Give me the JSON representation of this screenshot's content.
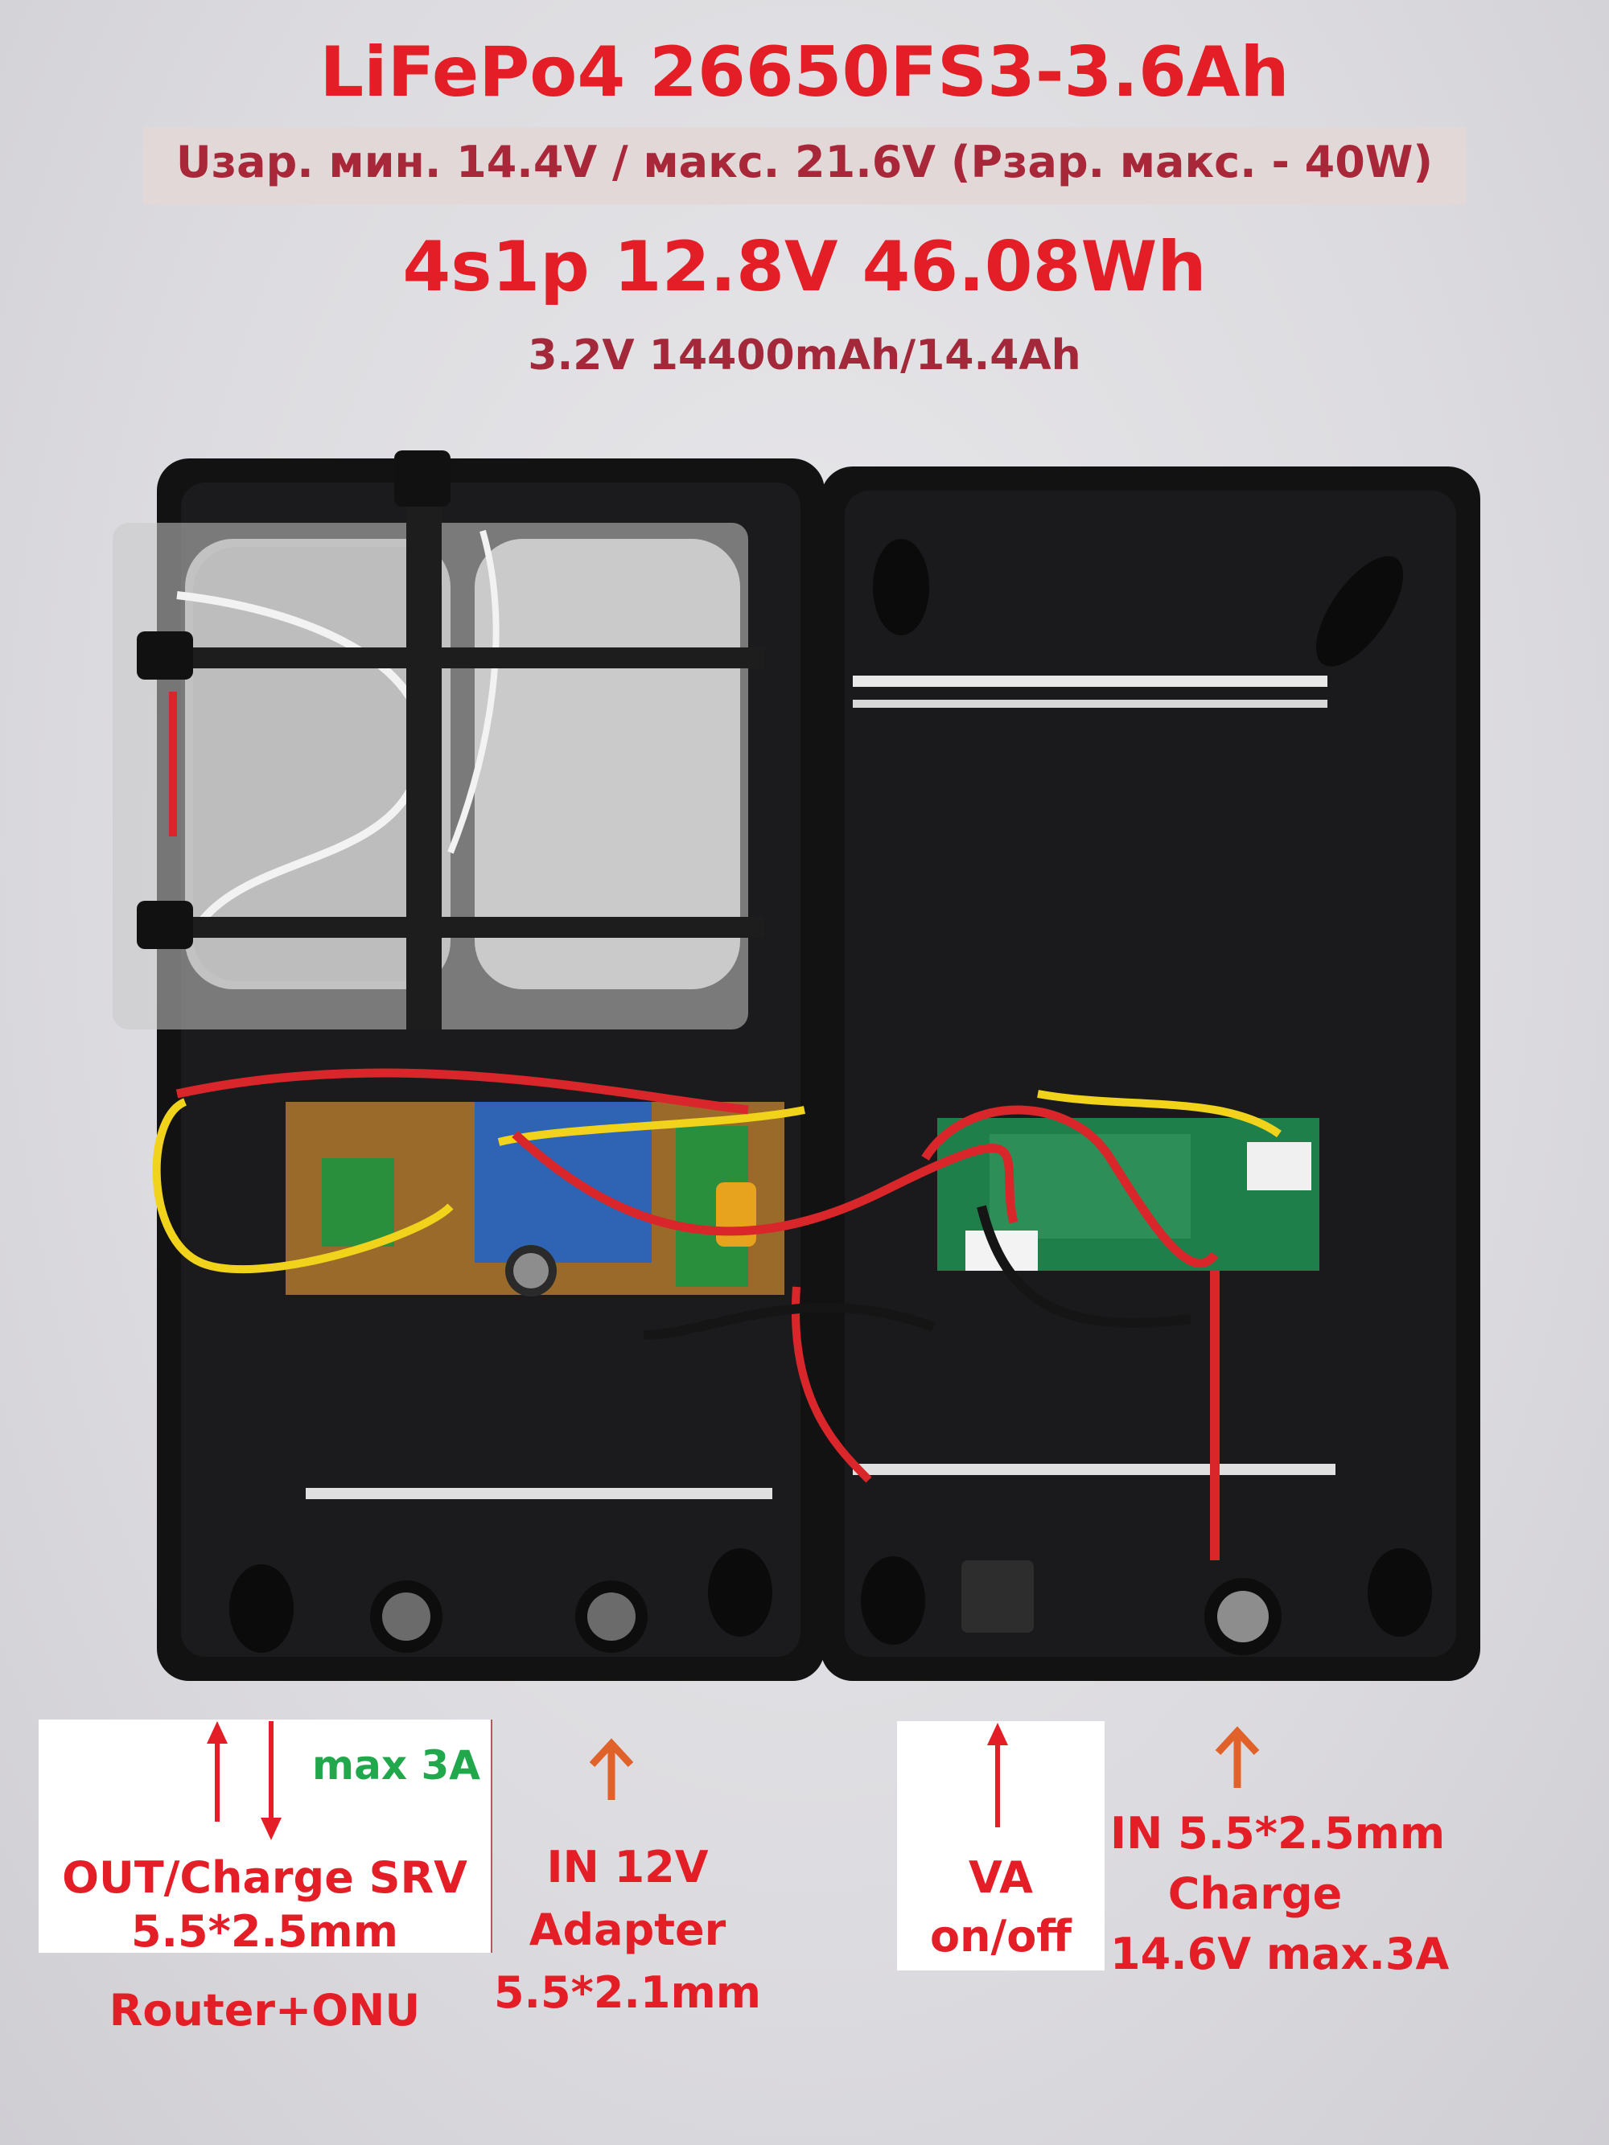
{
  "header": {
    "title": "LiFePo4 26650FS3-3.6Ah",
    "subtitle": "Uзар. мин. 14.4V / макс. 21.6V (Pзар. макс. - 40W)",
    "config": "4s1p 12.8V 46.08Wh",
    "capacity": "3.2V 14400mAh/14.4Ah"
  },
  "labels": {
    "out": {
      "max": "max 3A",
      "line1": "OUT/Charge SRV",
      "line2": "5.5*2.5mm",
      "bottom": "Router+ONU"
    },
    "in12v": {
      "line1": "IN 12V",
      "line2": "Adapter",
      "line3": "5.5*2.1mm"
    },
    "va": {
      "line1": "VA",
      "line2": "on/off"
    },
    "charge": {
      "line1": "IN 5.5*2.5mm",
      "line2": "Charge",
      "line3": "14.6V max.3A"
    }
  },
  "colors": {
    "title_red": "#e41e26",
    "subtitle_maroon": "#a8283a",
    "green": "#22a84c",
    "orange_arrow": "#e0622a"
  }
}
